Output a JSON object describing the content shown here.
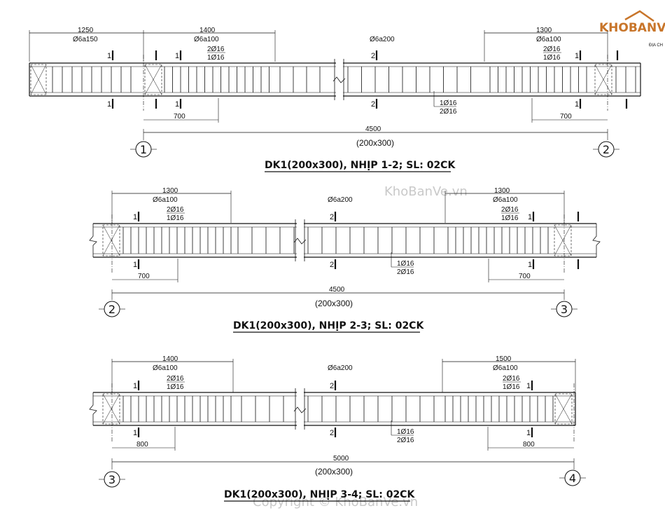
{
  "logo": {
    "text": "KHOBANVE",
    "side_text": "ĐỊA CH"
  },
  "watermark": {
    "center": "KhoBanVe.vn",
    "bottom": "Copyright © KhoBanVe.vn"
  },
  "beams": [
    {
      "title": "DK1(200x300), NHỊP 1-2; SL: 02CK",
      "axis_left": "1",
      "axis_right": "2",
      "span": "4500",
      "section": "(200x300)",
      "left_zone": "1250",
      "left_spacing": "Ø6a150",
      "dense_left": "1400",
      "dense_left_spacing": "Ø6a100",
      "mid_spacing": "Ø6a200",
      "dense_right": "1300",
      "dense_right_spacing": "Ø6a100",
      "top_bars_a": "2Ø16",
      "top_bars_b": "1Ø16",
      "bot_bars_a": "1Ø16",
      "bot_bars_b": "2Ø16",
      "add_left": "700",
      "add_right": "700",
      "cut1": "1",
      "cut2": "2"
    },
    {
      "title": "DK1(200x300), NHỊP 2-3; SL: 02CK",
      "axis_left": "2",
      "axis_right": "3",
      "span": "4500",
      "section": "(200x300)",
      "dense_left": "1300",
      "dense_left_spacing": "Ø6a100",
      "mid_spacing": "Ø6a200",
      "dense_right": "1300",
      "dense_right_spacing": "Ø6a100",
      "top_bars_a": "2Ø16",
      "top_bars_b": "1Ø16",
      "bot_bars_a": "1Ø16",
      "bot_bars_b": "2Ø16",
      "add_left": "700",
      "add_right": "700",
      "cut1": "1",
      "cut2": "2"
    },
    {
      "title": "DK1(200x300), NHỊP 3-4; SL: 02CK",
      "axis_left": "3",
      "axis_right": "4",
      "span": "5000",
      "section": "(200x300)",
      "dense_left": "1400",
      "dense_left_spacing": "Ø6a100",
      "mid_spacing": "Ø6a200",
      "dense_right": "1500",
      "dense_right_spacing": "Ø6a100",
      "top_bars_a": "2Ø16",
      "top_bars_b": "1Ø16",
      "bot_bars_a": "1Ø16",
      "bot_bars_b": "2Ø16",
      "add_left": "800",
      "add_right": "800",
      "cut1": "1",
      "cut2": "2"
    }
  ]
}
